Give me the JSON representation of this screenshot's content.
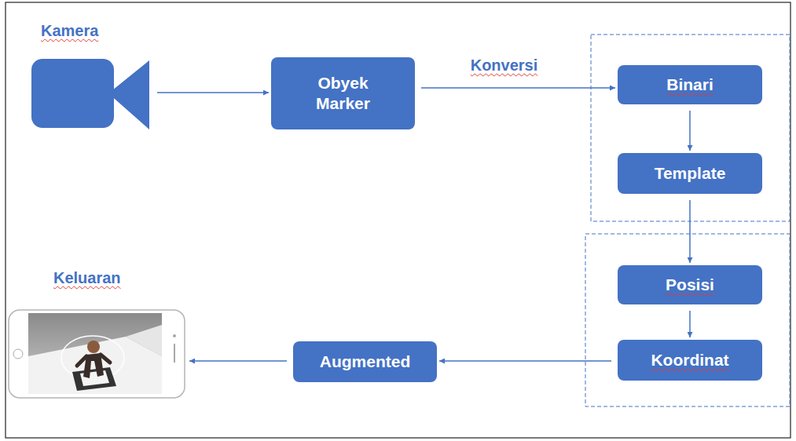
{
  "diagram": {
    "nodes": [
      {
        "text": [
          "Kamera"
        ]
      },
      {
        "text": [
          "Obyek Marker"
        ]
      },
      {
        "text": [
          "Binari"
        ]
      },
      {
        "text": [
          "Template"
        ]
      },
      {
        "text": [
          "Posisi"
        ]
      },
      {
        "text": [
          "Koordinat"
        ]
      },
      {
        "text": [
          "Augmented"
        ]
      },
      {
        "text": [
          "Keluaran"
        ]
      }
    ],
    "edges": [
      {
        "from": 0,
        "to": 1,
        "arrow": "to"
      },
      {
        "from": 1,
        "to": 2,
        "label": "Konversi",
        "arrow": "to"
      },
      {
        "from": 2,
        "to": 3,
        "arrow": "to"
      },
      {
        "from": 3,
        "to": 4,
        "arrow": "to"
      },
      {
        "from": 4,
        "to": 5,
        "arrow": "to"
      },
      {
        "from": 5,
        "to": 6,
        "arrow": "to"
      },
      {
        "from": 6,
        "to": 7,
        "arrow": "to"
      }
    ]
  }
}
